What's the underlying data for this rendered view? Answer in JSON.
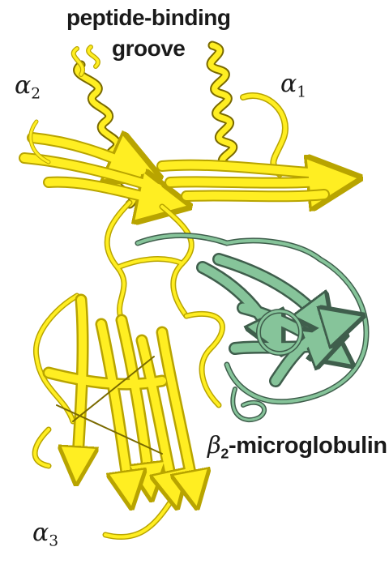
{
  "labels": {
    "title_line1": "peptide-binding",
    "title_line2": "groove",
    "alpha1_symbol": "α",
    "alpha1_sub": "1",
    "alpha2_symbol": "α",
    "alpha2_sub": "2",
    "alpha3_symbol": "α",
    "alpha3_sub": "3",
    "beta2m_symbol": "β",
    "beta2m_sub": "2",
    "beta2m_text": "-microglobulin"
  },
  "colors": {
    "heavy_chain": "#ffee22",
    "heavy_chain_edge": "#b8a400",
    "b2m": "#86c49a",
    "b2m_edge": "#3f5e4c",
    "text": "#1a1a1a"
  }
}
